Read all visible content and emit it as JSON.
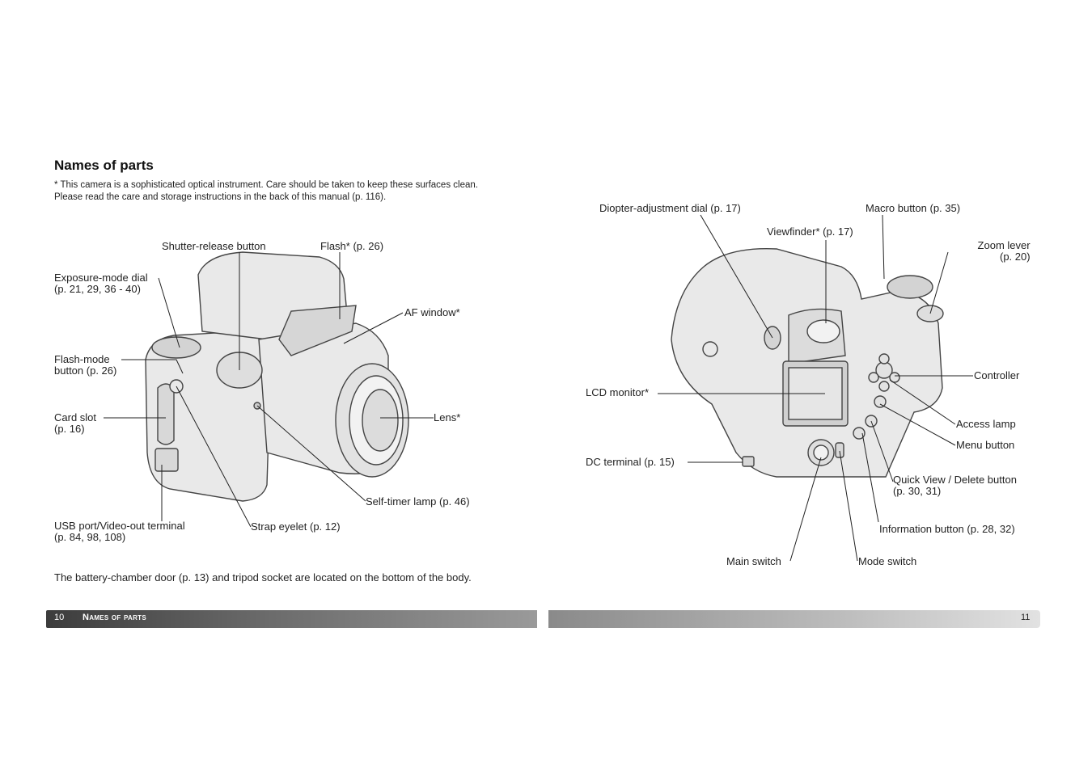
{
  "title": "Names of parts",
  "note": "* This camera is a sophisticated optical instrument. Care should be taken to keep these surfaces clean. Please read the care and storage instructions in the back of this manual (p. 116).",
  "left_labels": {
    "shutter": "Shutter-release button",
    "flash": "Flash* (p. 26)",
    "exposure_1": "Exposure-mode dial",
    "exposure_2": "(p. 21, 29, 36 - 40)",
    "af_window": "AF window*",
    "flash_mode_1": "Flash-mode",
    "flash_mode_2": "button (p. 26)",
    "card_slot_1": "Card slot",
    "card_slot_2": "(p. 16)",
    "lens": "Lens*",
    "self_timer": "Self-timer lamp (p. 46)",
    "usb_1": "USB port/Video-out terminal",
    "usb_2": "(p. 84, 98, 108)",
    "strap": "Strap eyelet (p. 12)"
  },
  "right_labels": {
    "diopter": "Diopter-adjustment dial (p. 17)",
    "macro": "Macro button (p. 35)",
    "viewfinder": "Viewfinder* (p. 17)",
    "zoom_1": "Zoom lever",
    "zoom_2": "(p. 20)",
    "controller": "Controller",
    "lcd": "LCD monitor*",
    "access_lamp": "Access lamp",
    "menu_button": "Menu button",
    "dc_terminal": "DC terminal (p. 15)",
    "quick_view_1": "Quick View / Delete button",
    "quick_view_2": "(p. 30, 31)",
    "info_button": "Information button (p. 28, 32)",
    "main_switch": "Main switch",
    "mode_switch": "Mode switch"
  },
  "bottom_note": "The battery-chamber door (p. 13) and tripod socket are located on the bottom of the body.",
  "footer": {
    "left_page": "10",
    "left_section": "Names of parts",
    "right_page": "11"
  }
}
